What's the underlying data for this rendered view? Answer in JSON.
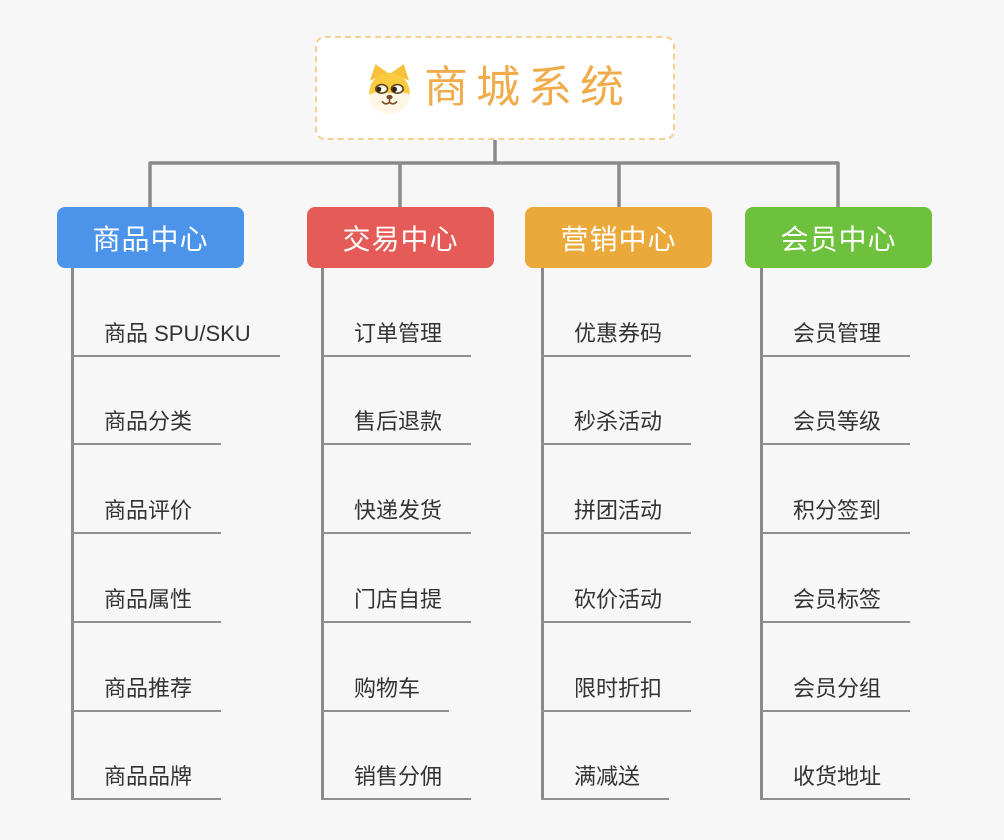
{
  "app": {
    "background": "#f7f7f7",
    "connector_color": "#8a8a8a",
    "underline_color": "#8f8f8f",
    "leaf_text_color": "#333333"
  },
  "root": {
    "label": "商城系统",
    "icon": "shiba-dog-icon",
    "text_color": "#f0ab4b",
    "border_color": "#f3d193",
    "background": "#ffffff"
  },
  "branches": [
    {
      "label": "商品中心",
      "color": "#4b94ea",
      "children": [
        "商品 SPU/SKU",
        "商品分类",
        "商品评价",
        "商品属性",
        "商品推荐",
        "商品品牌"
      ]
    },
    {
      "label": "交易中心",
      "color": "#e55b57",
      "children": [
        "订单管理",
        "售后退款",
        "快递发货",
        "门店自提",
        "购物车",
        "销售分佣"
      ]
    },
    {
      "label": "营销中心",
      "color": "#eca93b",
      "children": [
        "优惠券码",
        "秒杀活动",
        "拼团活动",
        "砍价活动",
        "限时折扣",
        "满减送"
      ]
    },
    {
      "label": "会员中心",
      "color": "#6ec13c",
      "children": [
        "会员管理",
        "会员等级",
        "积分签到",
        "会员标签",
        "会员分组",
        "收货地址"
      ]
    }
  ]
}
